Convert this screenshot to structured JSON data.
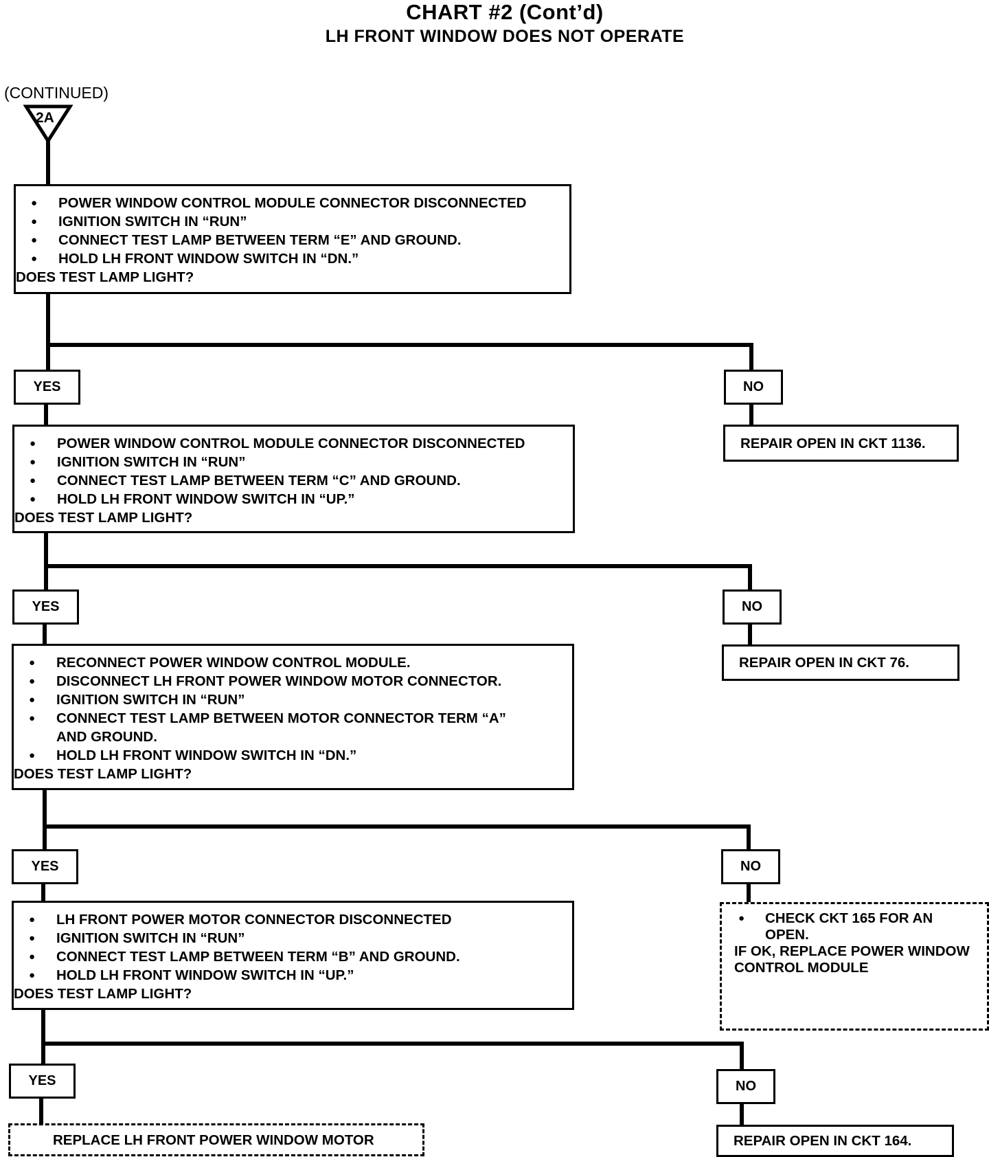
{
  "header": {
    "title": "CHART #2  (Cont’d)",
    "subtitle": "LH FRONT WINDOW DOES NOT OPERATE"
  },
  "entry": {
    "continued_label": "(CONTINUED)",
    "connector_label": "2A"
  },
  "steps": [
    {
      "items": [
        "POWER WINDOW CONTROL MODULE CONNECTOR DISCONNECTED",
        "IGNITION SWITCH IN “RUN”",
        "CONNECT TEST LAMP BETWEEN TERM “E” AND GROUND.",
        "HOLD LH FRONT WINDOW SWITCH IN “DN.”"
      ],
      "question": "DOES TEST LAMP LIGHT?",
      "yes_label": "YES",
      "no_label": "NO",
      "no_action": "REPAIR OPEN IN CKT 1136."
    },
    {
      "items": [
        "POWER WINDOW CONTROL MODULE CONNECTOR DISCONNECTED",
        "IGNITION SWITCH IN “RUN”",
        "CONNECT TEST LAMP BETWEEN TERM “C” AND GROUND.",
        "HOLD LH FRONT WINDOW SWITCH IN “UP.”"
      ],
      "question": "DOES TEST LAMP LIGHT?",
      "yes_label": "YES",
      "no_label": "NO",
      "no_action": "REPAIR OPEN IN CKT 76."
    },
    {
      "items": [
        "RECONNECT POWER WINDOW CONTROL MODULE.",
        "DISCONNECT LH FRONT POWER WINDOW MOTOR CONNECTOR.",
        "IGNITION SWITCH IN “RUN”",
        "CONNECT TEST LAMP BETWEEN MOTOR CONNECTOR TERM “A” AND GROUND.",
        "HOLD LH FRONT WINDOW SWITCH IN “DN.”"
      ],
      "question": "DOES TEST LAMP LIGHT?",
      "yes_label": "YES",
      "no_label": "NO",
      "no_action": {
        "item": "CHECK CKT 165 FOR AN OPEN.",
        "text": "IF OK, REPLACE POWER WINDOW CONTROL MODULE"
      }
    },
    {
      "items": [
        "LH FRONT POWER MOTOR CONNECTOR DISCONNECTED",
        "IGNITION SWITCH IN “RUN”",
        "CONNECT TEST LAMP BETWEEN TERM “B” AND GROUND.",
        "HOLD LH FRONT WINDOW SWITCH IN “UP.”"
      ],
      "question": "DOES TEST LAMP LIGHT?",
      "yes_label": "YES",
      "no_label": "NO",
      "yes_action": "REPLACE LH FRONT POWER WINDOW MOTOR",
      "no_action": "REPAIR OPEN IN CKT 164."
    }
  ]
}
